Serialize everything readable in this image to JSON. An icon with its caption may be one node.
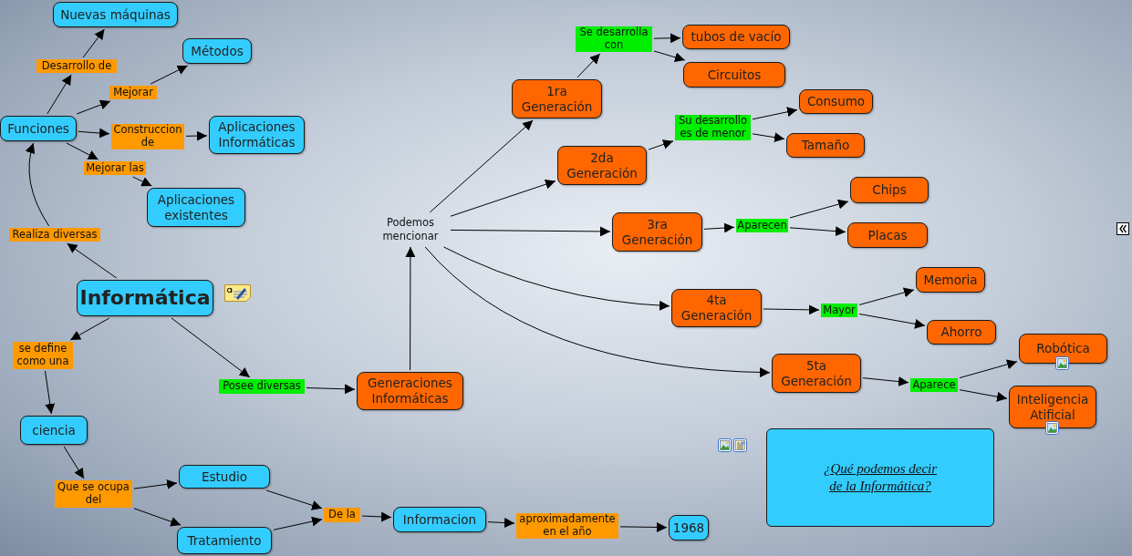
{
  "diagram": {
    "nodes": [
      {
        "text": [
          "Informática"
        ]
      },
      {
        "text": [
          "Realiza diversas"
        ]
      },
      {
        "text": [
          "Funciones"
        ]
      },
      {
        "text": [
          "Desarrollo de"
        ]
      },
      {
        "text": [
          "Nuevas máquinas"
        ]
      },
      {
        "text": [
          "Mejorar"
        ]
      },
      {
        "text": [
          "Métodos"
        ]
      },
      {
        "text": [
          "Construccion de"
        ]
      },
      {
        "text": [
          "Aplicaciones Informáticas"
        ]
      },
      {
        "text": [
          "Mejorar las"
        ]
      },
      {
        "text": [
          "Aplicaciones existentes"
        ]
      },
      {
        "text": [
          "se define como una"
        ]
      },
      {
        "text": [
          "ciencia"
        ]
      },
      {
        "text": [
          "Que se ocupa del"
        ]
      },
      {
        "text": [
          "Estudio"
        ]
      },
      {
        "text": [
          "Tratamiento"
        ]
      },
      {
        "text": [
          "De la"
        ]
      },
      {
        "text": [
          "Informacion"
        ]
      },
      {
        "text": [
          "aproximadamente en el año"
        ]
      },
      {
        "text": [
          "1968"
        ]
      },
      {
        "text": [
          "Posee diversas"
        ]
      },
      {
        "text": [
          "Generaciones Informáticas"
        ]
      },
      {
        "text": [
          "Podemos mencionar"
        ]
      },
      {
        "text": [
          "1ra Generación"
        ]
      },
      {
        "text": [
          "Se desarrolla con"
        ]
      },
      {
        "text": [
          "tubos de vacío"
        ]
      },
      {
        "text": [
          "Circuitos"
        ]
      },
      {
        "text": [
          "2da Generación"
        ]
      },
      {
        "text": [
          "Su desarrollo es de menor"
        ]
      },
      {
        "text": [
          "Consumo"
        ]
      },
      {
        "text": [
          "Tamaño"
        ]
      },
      {
        "text": [
          "3ra Generación"
        ]
      },
      {
        "text": [
          "Aparecen"
        ]
      },
      {
        "text": [
          "Chips"
        ]
      },
      {
        "text": [
          "Placas"
        ]
      },
      {
        "text": [
          "4ta Generación"
        ]
      },
      {
        "text": [
          "Mayor"
        ]
      },
      {
        "text": [
          "Memoria"
        ]
      },
      {
        "text": [
          "Ahorro"
        ]
      },
      {
        "text": [
          "5ta Generación"
        ]
      },
      {
        "text": [
          "Aparece"
        ]
      },
      {
        "text": [
          "Robótica"
        ]
      },
      {
        "text": [
          "Inteligencia Atificial"
        ]
      },
      {
        "text": [
          "¿Qué podemos decir de la Informática?"
        ]
      }
    ],
    "edges": [
      {
        "from": 0,
        "to": 1,
        "arrow": "to"
      },
      {
        "from": 1,
        "to": 2,
        "arrow": "to"
      },
      {
        "from": 2,
        "to": 3,
        "arrow": "to"
      },
      {
        "from": 3,
        "to": 4,
        "arrow": "to"
      },
      {
        "from": 2,
        "to": 5,
        "arrow": "to"
      },
      {
        "from": 5,
        "to": 6,
        "arrow": "to"
      },
      {
        "from": 2,
        "to": 7,
        "arrow": "to"
      },
      {
        "from": 7,
        "to": 8,
        "arrow": "to"
      },
      {
        "from": 2,
        "to": 9,
        "arrow": "to"
      },
      {
        "from": 9,
        "to": 10,
        "arrow": "to"
      },
      {
        "from": 0,
        "to": 11,
        "arrow": "to"
      },
      {
        "from": 11,
        "to": 12,
        "arrow": "to"
      },
      {
        "from": 12,
        "to": 13,
        "arrow": "to"
      },
      {
        "from": 13,
        "to": 14,
        "arrow": "to"
      },
      {
        "from": 13,
        "to": 15,
        "arrow": "to"
      },
      {
        "from": 14,
        "to": 16,
        "arrow": "to"
      },
      {
        "from": 15,
        "to": 16,
        "arrow": "to"
      },
      {
        "from": 16,
        "to": 17,
        "arrow": "to"
      },
      {
        "from": 17,
        "to": 18,
        "arrow": "to"
      },
      {
        "from": 18,
        "to": 19,
        "arrow": "to"
      },
      {
        "from": 0,
        "to": 20,
        "arrow": "to"
      },
      {
        "from": 20,
        "to": 21,
        "arrow": "to"
      },
      {
        "from": 21,
        "to": 22,
        "arrow": "to"
      },
      {
        "from": 22,
        "to": 23,
        "arrow": "to"
      },
      {
        "from": 22,
        "to": 27,
        "arrow": "to"
      },
      {
        "from": 22,
        "to": 31,
        "arrow": "to"
      },
      {
        "from": 22,
        "to": 35,
        "arrow": "to"
      },
      {
        "from": 22,
        "to": 39,
        "arrow": "to"
      },
      {
        "from": 23,
        "to": 24,
        "arrow": "to"
      },
      {
        "from": 24,
        "to": 25,
        "arrow": "to"
      },
      {
        "from": 24,
        "to": 26,
        "arrow": "to"
      },
      {
        "from": 27,
        "to": 28,
        "arrow": "to"
      },
      {
        "from": 28,
        "to": 29,
        "arrow": "to"
      },
      {
        "from": 28,
        "to": 30,
        "arrow": "to"
      },
      {
        "from": 31,
        "to": 32,
        "arrow": "to"
      },
      {
        "from": 32,
        "to": 33,
        "arrow": "to"
      },
      {
        "from": 32,
        "to": 34,
        "arrow": "to"
      },
      {
        "from": 35,
        "to": 36,
        "arrow": "to"
      },
      {
        "from": 36,
        "to": 37,
        "arrow": "to"
      },
      {
        "from": 36,
        "to": 38,
        "arrow": "to"
      },
      {
        "from": 39,
        "to": 40,
        "arrow": "to"
      },
      {
        "from": 40,
        "to": 41,
        "arrow": "to"
      },
      {
        "from": 40,
        "to": 42,
        "arrow": "to"
      }
    ]
  }
}
